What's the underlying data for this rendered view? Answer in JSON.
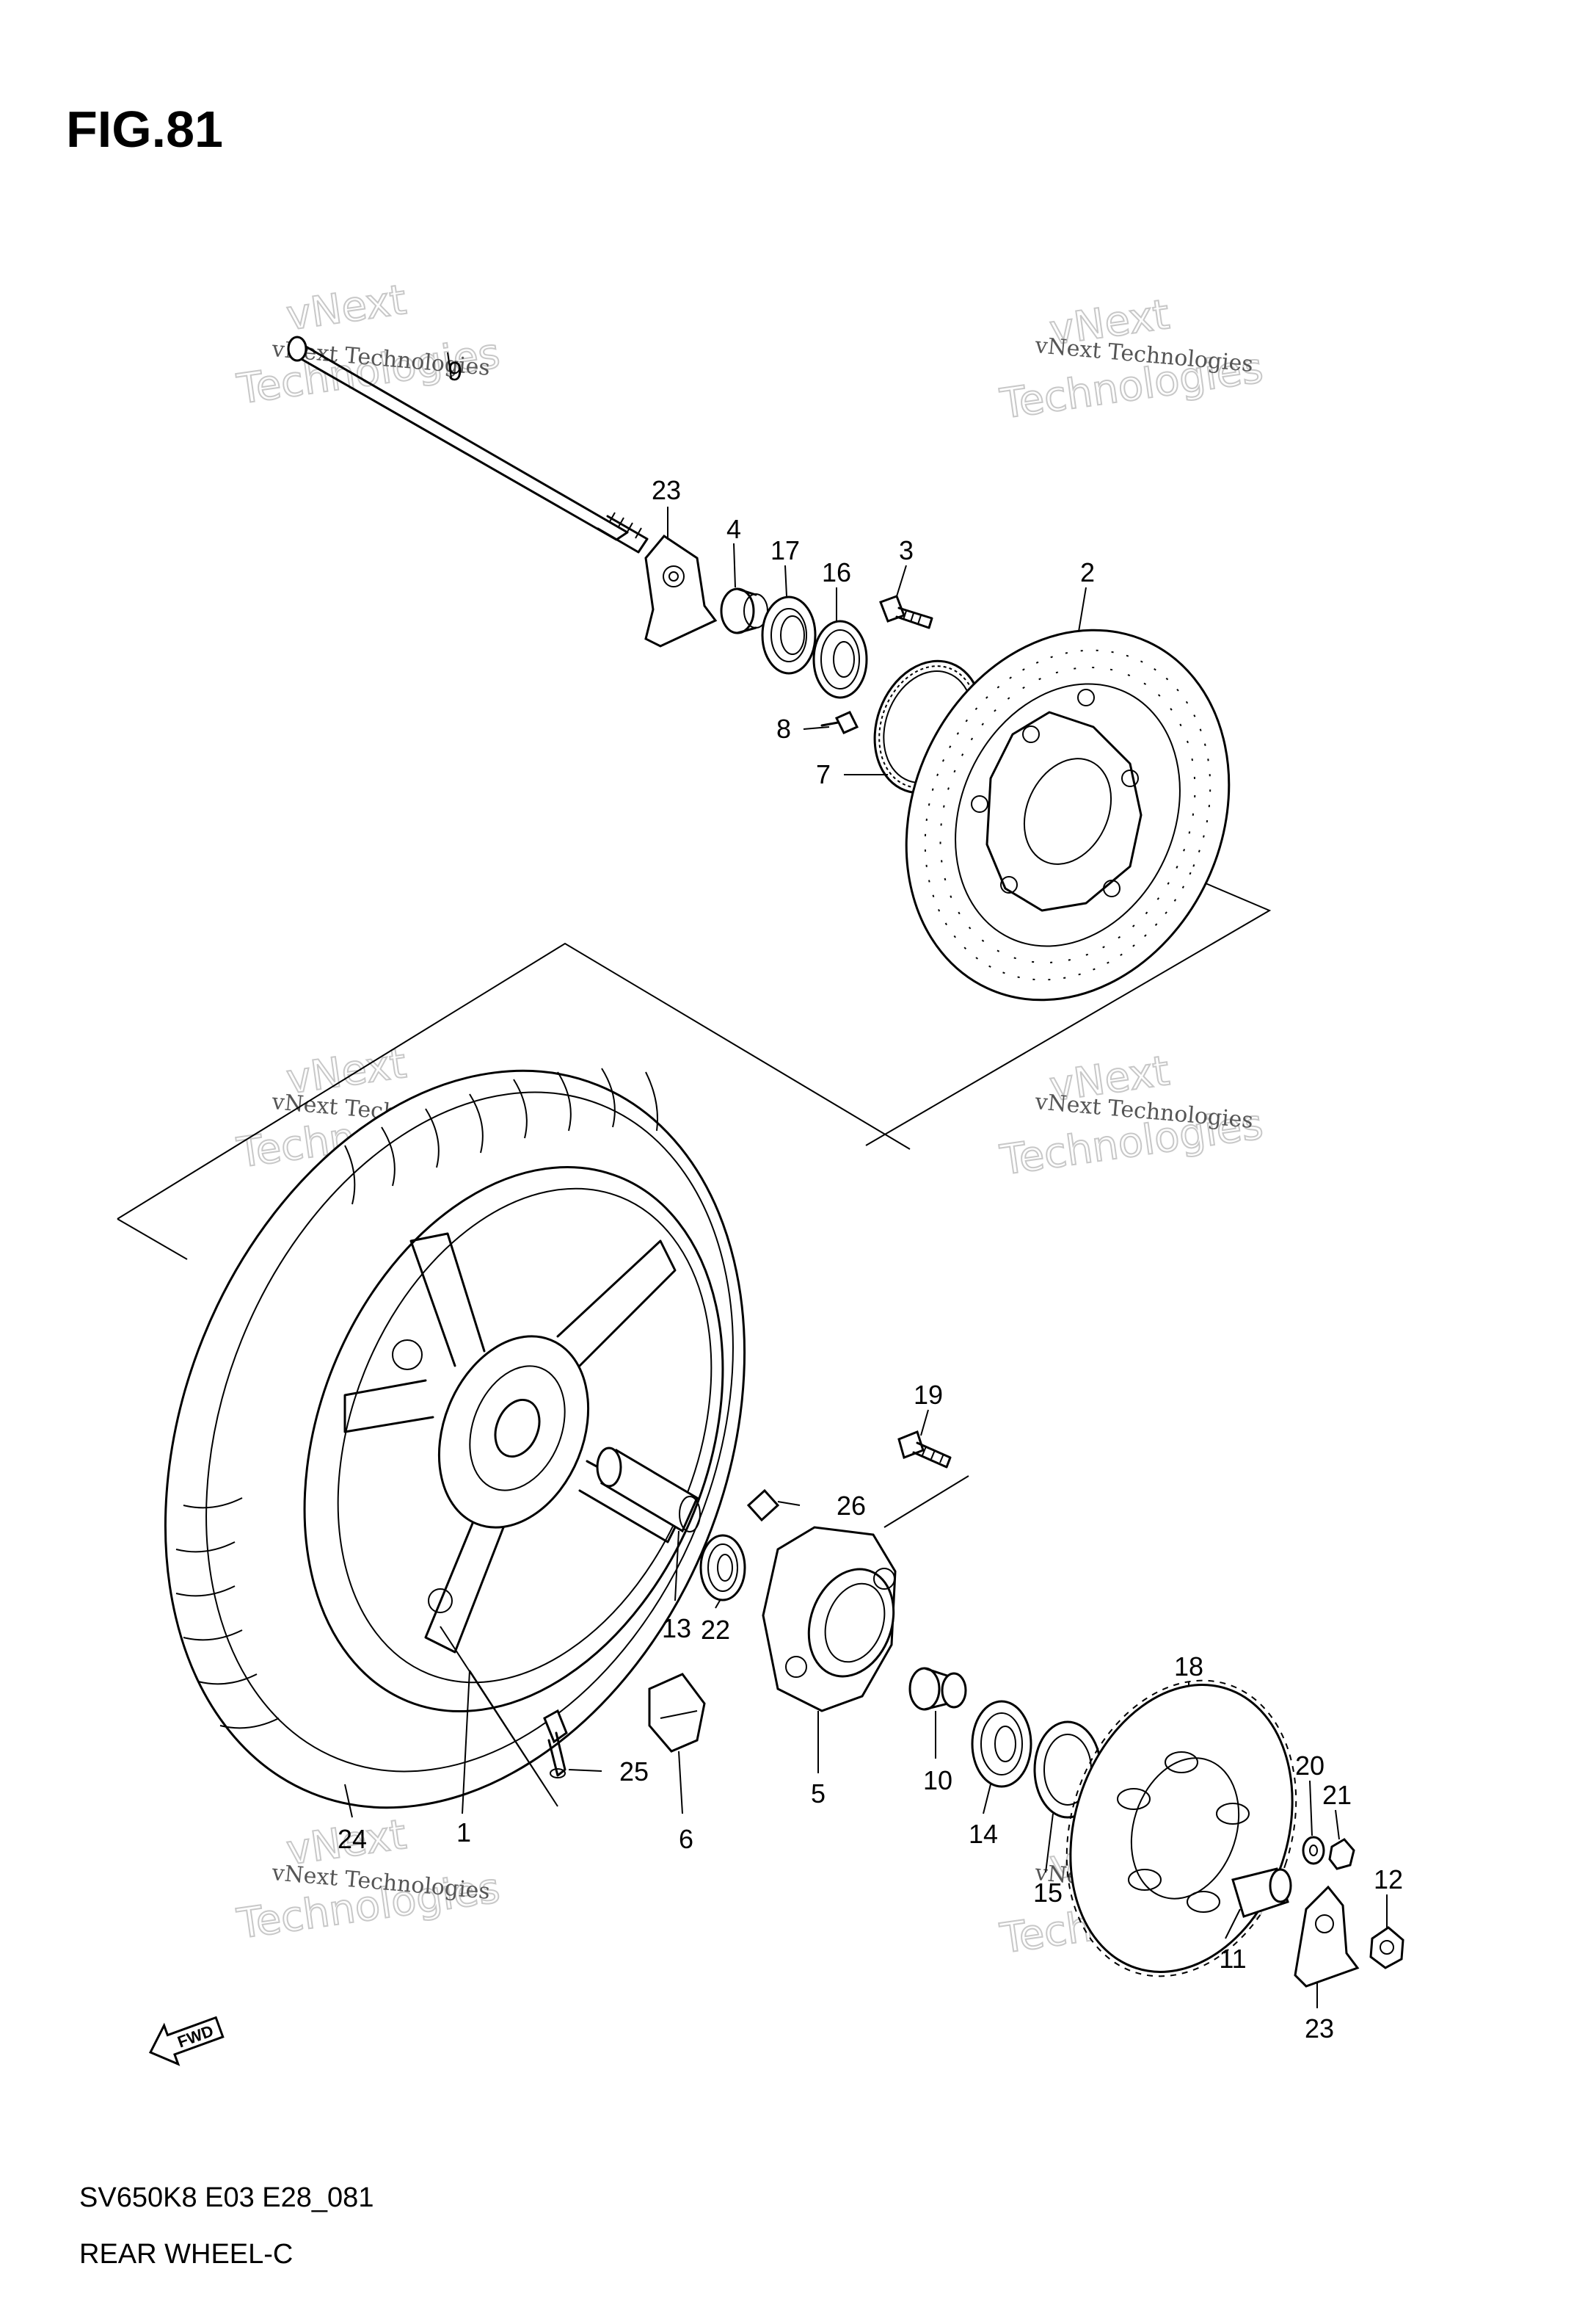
{
  "figure": {
    "title": "FIG.81",
    "code": "SV650K8 E03 E28_081",
    "caption": "REAR WHEEL-C"
  },
  "watermark": {
    "small": "vNext Technologies",
    "big": "vNext",
    "big2": "Technologies"
  },
  "badge": {
    "fwd": "FWD"
  },
  "parts": [
    {
      "n": "9"
    },
    {
      "n": "23"
    },
    {
      "n": "4"
    },
    {
      "n": "17"
    },
    {
      "n": "16"
    },
    {
      "n": "3"
    },
    {
      "n": "2"
    },
    {
      "n": "8"
    },
    {
      "n": "7"
    },
    {
      "n": "19"
    },
    {
      "n": "26"
    },
    {
      "n": "13"
    },
    {
      "n": "22"
    },
    {
      "n": "5"
    },
    {
      "n": "10"
    },
    {
      "n": "14"
    },
    {
      "n": "15"
    },
    {
      "n": "18"
    },
    {
      "n": "20"
    },
    {
      "n": "21"
    },
    {
      "n": "12"
    },
    {
      "n": "11"
    },
    {
      "n": "23"
    },
    {
      "n": "25"
    },
    {
      "n": "6"
    },
    {
      "n": "24"
    },
    {
      "n": "1"
    }
  ]
}
